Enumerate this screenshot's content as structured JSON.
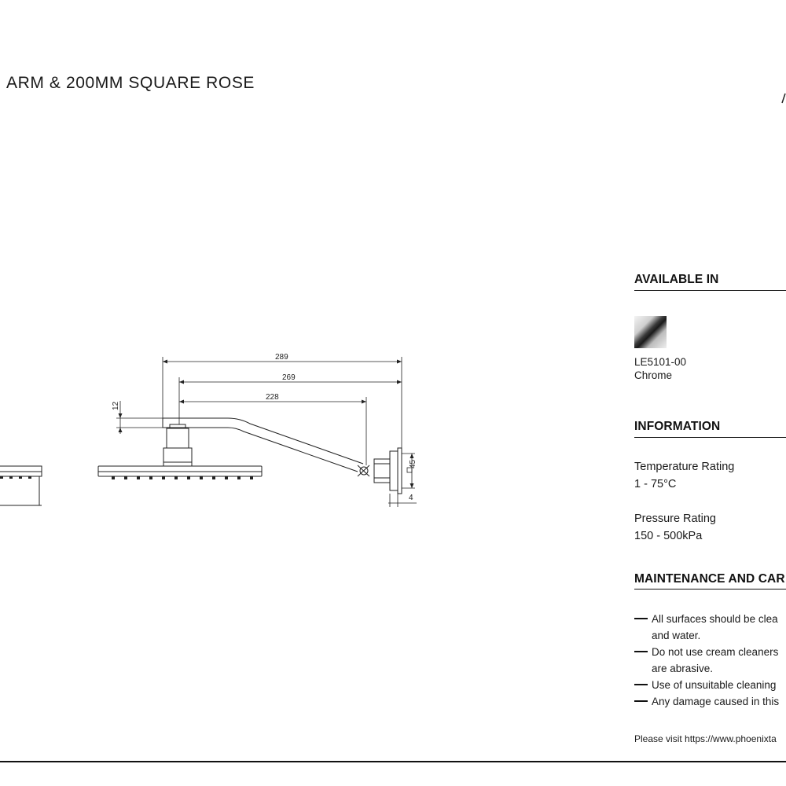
{
  "header": {
    "title": "ARM & 200MM SQUARE ROSE"
  },
  "drawing": {
    "dimensions": [
      "289",
      "269",
      "228",
      "12",
      "45",
      "4"
    ]
  },
  "available_in": {
    "heading": "AVAILABLE IN",
    "finish_code": "LE5101-00",
    "finish_name": "Chrome"
  },
  "information": {
    "heading": "INFORMATION",
    "temperature_label": "Temperature Rating",
    "temperature_value": "1 - 75°C",
    "pressure_label": "Pressure Rating",
    "pressure_value": "150 - 500kPa"
  },
  "maintenance": {
    "heading": "MAINTENANCE AND CAR",
    "items": [
      {
        "line1": "All surfaces should be clea",
        "line2": "and water."
      },
      {
        "line1": "Do not use cream cleaners",
        "line2": "are abrasive."
      },
      {
        "line1": "Use of unsuitable cleaning",
        "line2": ""
      },
      {
        "line1": "Any damage caused in this",
        "line2": ""
      }
    ]
  },
  "footer": {
    "visit_text": "Please visit https://www.phoenixta"
  },
  "colors": {
    "text": "#111111",
    "background": "#ffffff"
  }
}
